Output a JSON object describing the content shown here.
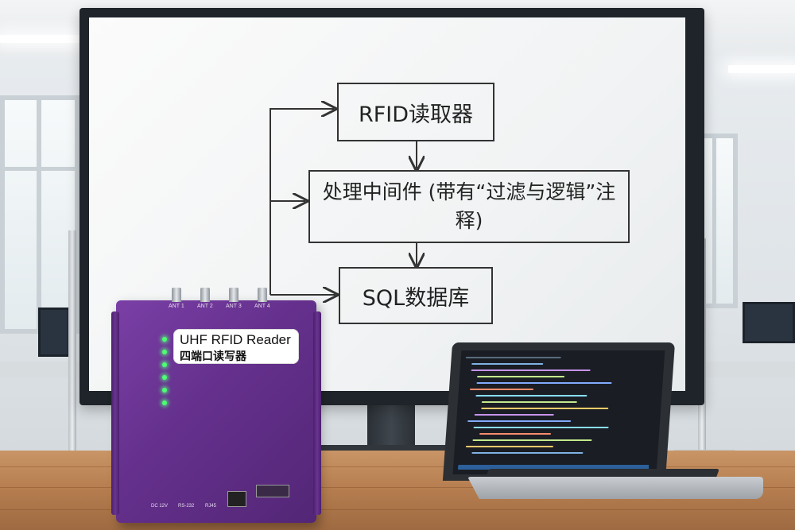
{
  "diagram": {
    "reader_label": "RFID读取器",
    "middleware_label": "处理中间件 (带有“过滤与逻辑”注释)",
    "database_label": "SQL数据库"
  },
  "device": {
    "title_en": "UHF RFID Reader",
    "title_cn": "四端口读写器",
    "ports": [
      "ANT 1",
      "ANT 2",
      "ANT 3",
      "ANT 4"
    ],
    "bottom_labels": [
      "DC 12V",
      "RS-232",
      "RJ45"
    ]
  },
  "colors": {
    "device_purple": "#64308c",
    "whiteboard": "#f5f6f7",
    "led_green": "#4dff72",
    "desk_wood": "#b57d4f"
  },
  "icons": {
    "arrow": "arrow-down-icon",
    "led": "status-led-icon"
  }
}
